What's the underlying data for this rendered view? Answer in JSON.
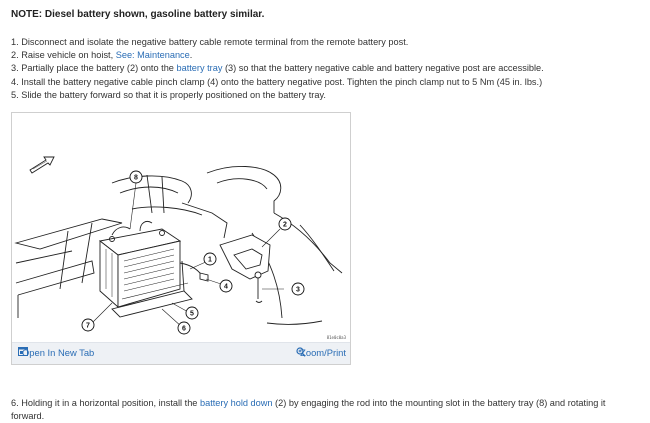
{
  "note": "NOTE: Diesel battery shown, gasoline battery similar.",
  "steps": [
    {
      "pre": "1. Disconnect and isolate the negative battery cable remote terminal from the remote battery post.",
      "link": "",
      "post": ""
    },
    {
      "pre": "2. Raise vehicle on hoist, ",
      "link": "See: Maintenance",
      "post": "."
    },
    {
      "pre": "3. Partially place the battery (2) onto the ",
      "link": "battery tray",
      "post": " (3) so that the battery negative cable and battery negative post are accessible."
    },
    {
      "pre": "4. Install the battery negative cable pinch clamp (4) onto the battery negative post. Tighten the pinch clamp nut to 5 Nm (45 in. lbs.)",
      "link": "",
      "post": ""
    },
    {
      "pre": "5. Slide the battery forward so that it is properly positioned on the battery tray.",
      "link": "",
      "post": ""
    }
  ],
  "figure": {
    "callouts": [
      "1",
      "2",
      "3",
      "4",
      "5",
      "6",
      "7",
      "8"
    ],
    "figure_id": "81e0c0a3",
    "open_tab_label": "Open In New Tab",
    "zoom_label": "Zoom/Print",
    "open_tab_icon": "open-new-tab-icon",
    "zoom_icon": "zoom-magnifier-icon"
  },
  "step6": {
    "pre": "6. Holding it in a horizontal position, install the ",
    "link": "battery hold down",
    "post": " (2) by engaging the rod into the mounting slot in the battery tray (8) and rotating it forward."
  },
  "colors": {
    "link": "#2a6db5",
    "footer_bg": "#eef1f5",
    "text": "#333333"
  }
}
